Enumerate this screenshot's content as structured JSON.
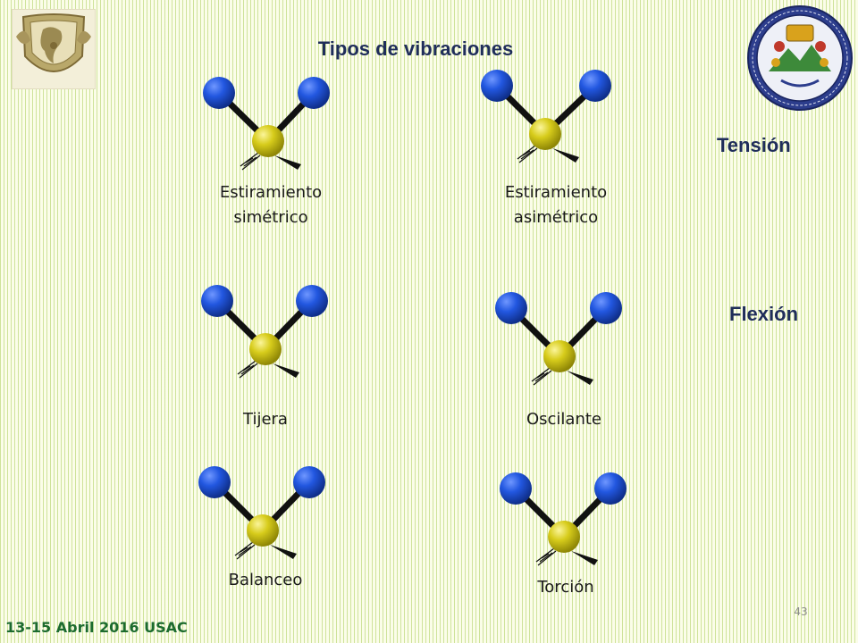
{
  "slide": {
    "title": "Tipos de vibraciones",
    "footer_date": "13-15 Abril 2016 USAC",
    "page_number": "43"
  },
  "groups": {
    "tension_label": "Tensión",
    "flexion_label": "Flexión"
  },
  "vibrations": [
    {
      "label_line1": "Estiramiento",
      "label_line2": "simétrico"
    },
    {
      "label_line1": "Estiramiento",
      "label_line2": "asimétrico"
    },
    {
      "label_line1": "Tijera",
      "label_line2": ""
    },
    {
      "label_line1": "Oscilante",
      "label_line2": ""
    },
    {
      "label_line1": "Balanceo",
      "label_line2": ""
    },
    {
      "label_line1": "Torción",
      "label_line2": ""
    }
  ],
  "colors": {
    "outer_atom": "#1f4fd6",
    "center_atom": "#d4c81a",
    "title_text": "#1f2d5a",
    "footer_text": "#1c6b2e"
  },
  "icons": {
    "left_logo": "unam-shield-icon",
    "right_logo": "usac-seal-icon"
  }
}
